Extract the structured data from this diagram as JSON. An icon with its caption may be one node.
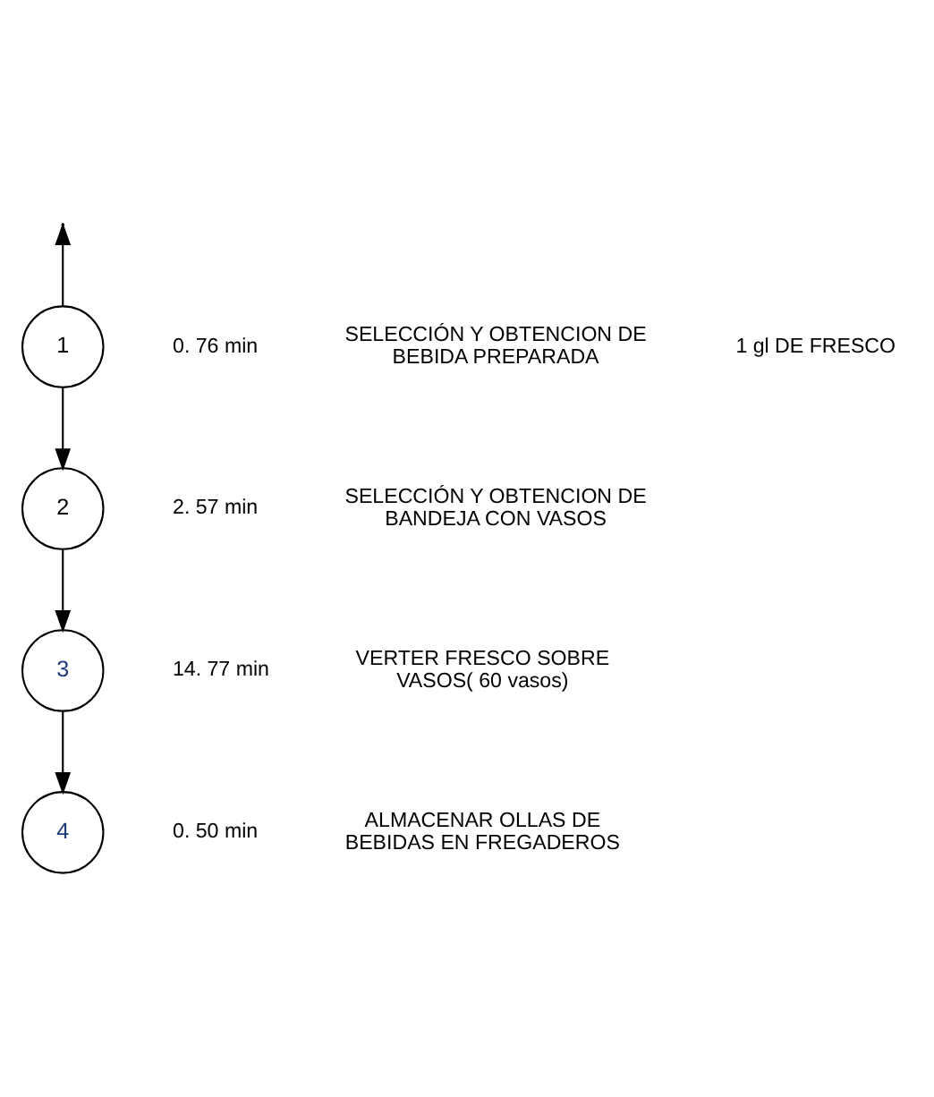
{
  "diagram": {
    "nodes": [
      {
        "text": [
          "1"
        ],
        "beside": [
          "0. 76 min"
        ]
      },
      {
        "text": [
          "2"
        ],
        "beside": [
          "2. 57 min"
        ]
      },
      {
        "text": [
          "3"
        ],
        "beside": [
          "14. 77 min"
        ]
      },
      {
        "text": [
          "4"
        ],
        "beside": [
          "0. 50 min"
        ]
      }
    ],
    "edges": [
      {
        "from": 0,
        "to": null,
        "arrow": "to"
      },
      {
        "from": 0,
        "to": 1,
        "arrow": "to"
      },
      {
        "from": 1,
        "to": 2,
        "arrow": "to"
      },
      {
        "from": 2,
        "to": 3,
        "arrow": "to"
      }
    ],
    "labels": [
      "SELECCIÓN Y OBTENCION DE BEBIDA PREPARADA",
      "1 gl DE FRESCO",
      "SELECCIÓN Y OBTENCION DE BANDEJA CON VASOS",
      "VERTER FRESCO SOBRE VASOS( 60 vasos)",
      "ALMACENAR OLLAS DE BEBIDAS EN FREGADEROS"
    ]
  }
}
